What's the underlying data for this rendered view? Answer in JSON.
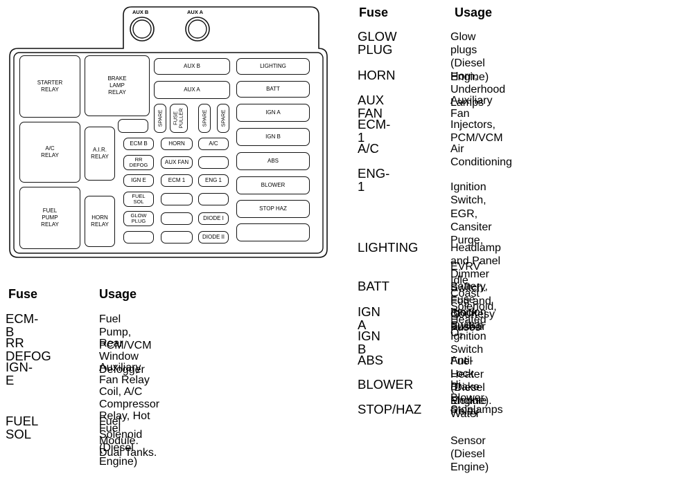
{
  "diagram": {
    "aux_labels": [
      "AUX B",
      "AUX A"
    ],
    "relays": {
      "starter": "STARTER\nRELAY",
      "brake_lamp": "BRAKE\nLAMP\nRELAY",
      "ac": "A/C\nRELAY",
      "air": "A.I.R.\nRELAY",
      "fuel_pump": "FUEL\nPUMP\nRELAY",
      "horn": "HORN\nRELAY"
    },
    "right_column": [
      "LIGHTING",
      "BATT",
      "IGN A",
      "IGN B",
      "ABS",
      "BLOWER",
      "STOP HAZ"
    ],
    "aux_b_box": "AUX B",
    "aux_a_box": "AUX A",
    "vertical": [
      "SPARE",
      "FUSE\nPULLER",
      "SPARE",
      "SPARE"
    ],
    "small_grid": {
      "ecm_b": "ECM B",
      "horn": "HORN",
      "ac": "A/C",
      "rr_defog": "RR\nDEFOG",
      "aux_fan": "AUX FAN",
      "ign_e": "IGN E",
      "ecm_1": "ECM 1",
      "eng_1": "ENG 1",
      "fuel_sol": "FUEL\nSOL",
      "glow_plug": "GLOW\nPLUG",
      "diode_1": "DIODE I",
      "diode_2": "DIODE II"
    }
  },
  "left_table": {
    "header_fuse": "Fuse",
    "header_usage": "Usage",
    "rows": [
      {
        "fuse": "ECM-B",
        "usage": "Fuel Pump, PCM/VCM"
      },
      {
        "fuse": "RR DEFOG",
        "usage": "Rear Window Defogger"
      },
      {
        "fuse": "IGN-E",
        "usage": "Auxiliary Fan Relay Coil, A/C\nCompressor Relay, Hot Fuel\nModule.  Dual Tanks."
      },
      {
        "fuse": "FUEL SOL",
        "usage": "Fuel Solenoid (Diesel Engine)"
      }
    ]
  },
  "right_table": {
    "header_fuse": "Fuse",
    "header_usage": "Usage",
    "rows": [
      {
        "fuse": "GLOW\nPLUG",
        "usage": "Glow plugs (Diesel Engine)"
      },
      {
        "fuse": "HORN",
        "usage": "Horn, Underhood Lamps"
      },
      {
        "fuse": "AUX FAN",
        "usage": "Auxiliary Fan"
      },
      {
        "fuse": "ECM-1",
        "usage": "Injectors, PCM/VCM"
      },
      {
        "fuse": "A/C",
        "usage": "Air Conditioning"
      },
      {
        "fuse": "ENG-1",
        "usage_lines": [
          "Ignition Switch, EGR, Cansiter Purge,",
          "EVRV Idle Coast Solenoid, Heated O",
          "2",
          ",",
          "Fuel Heater (Diesel Engine). Water",
          "Sensor (Diesel Engine)"
        ]
      },
      {
        "fuse": "LIGHTING",
        "usage": "Headlamp and Panel Dimmer Switch.\nFog and Courtesy Fuses"
      },
      {
        "fuse": "BATT",
        "usage": "Battery, Fuse Block Busbar"
      },
      {
        "fuse": "IGN A",
        "usage": "Ignition Switch"
      },
      {
        "fuse": "IGN B",
        "usage": "Ignition Switch"
      },
      {
        "fuse": "ABS",
        "usage": "Anti-Lock Brake Module"
      },
      {
        "fuse": "BLOWER",
        "usage": "Hi Blower Relay"
      },
      {
        "fuse": "STOP/HAZ",
        "usage": "Stoplamps"
      }
    ]
  }
}
